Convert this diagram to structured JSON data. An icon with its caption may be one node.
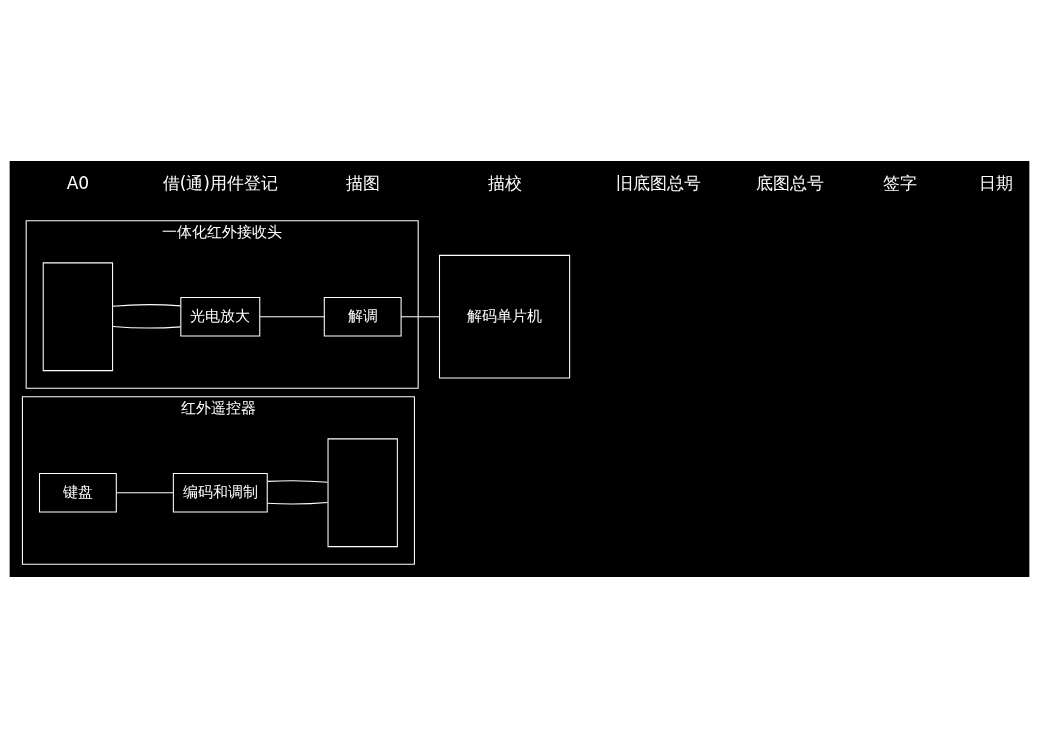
{
  "diagram": {
    "nodes": [
      {
        "text": [
          "红外遥控器"
        ]
      },
      {
        "text": [
          "键盘"
        ],
        "in": 0
      },
      {
        "text": [
          "编码和调制"
        ],
        "in": 0
      },
      {
        "text": [],
        "shape": "box",
        "in": 0
      },
      {
        "text": [
          "一体化红外接收头"
        ]
      },
      {
        "text": [],
        "shape": "box",
        "in": 4
      },
      {
        "text": [
          "光电放大"
        ],
        "in": 4
      },
      {
        "text": [
          "解调"
        ],
        "in": 4
      },
      {
        "text": [
          "解码单片机"
        ]
      }
    ],
    "edges": [
      {
        "from": 1,
        "to": 2,
        "arrow": "none"
      },
      {
        "from": 2,
        "to": 3,
        "arrow": "none"
      },
      {
        "from": 2,
        "to": 3,
        "arrow": "none"
      },
      {
        "from": 5,
        "to": 6,
        "arrow": "none"
      },
      {
        "from": 5,
        "to": 6,
        "arrow": "none"
      },
      {
        "from": 6,
        "to": 7,
        "arrow": "none"
      },
      {
        "from": 7,
        "to": 8,
        "arrow": "none"
      }
    ],
    "labels": [
      "A0",
      "借(通)用件登记",
      "描图",
      "描校",
      "旧底图总号",
      "底图总号",
      "签字",
      "日期"
    ]
  }
}
